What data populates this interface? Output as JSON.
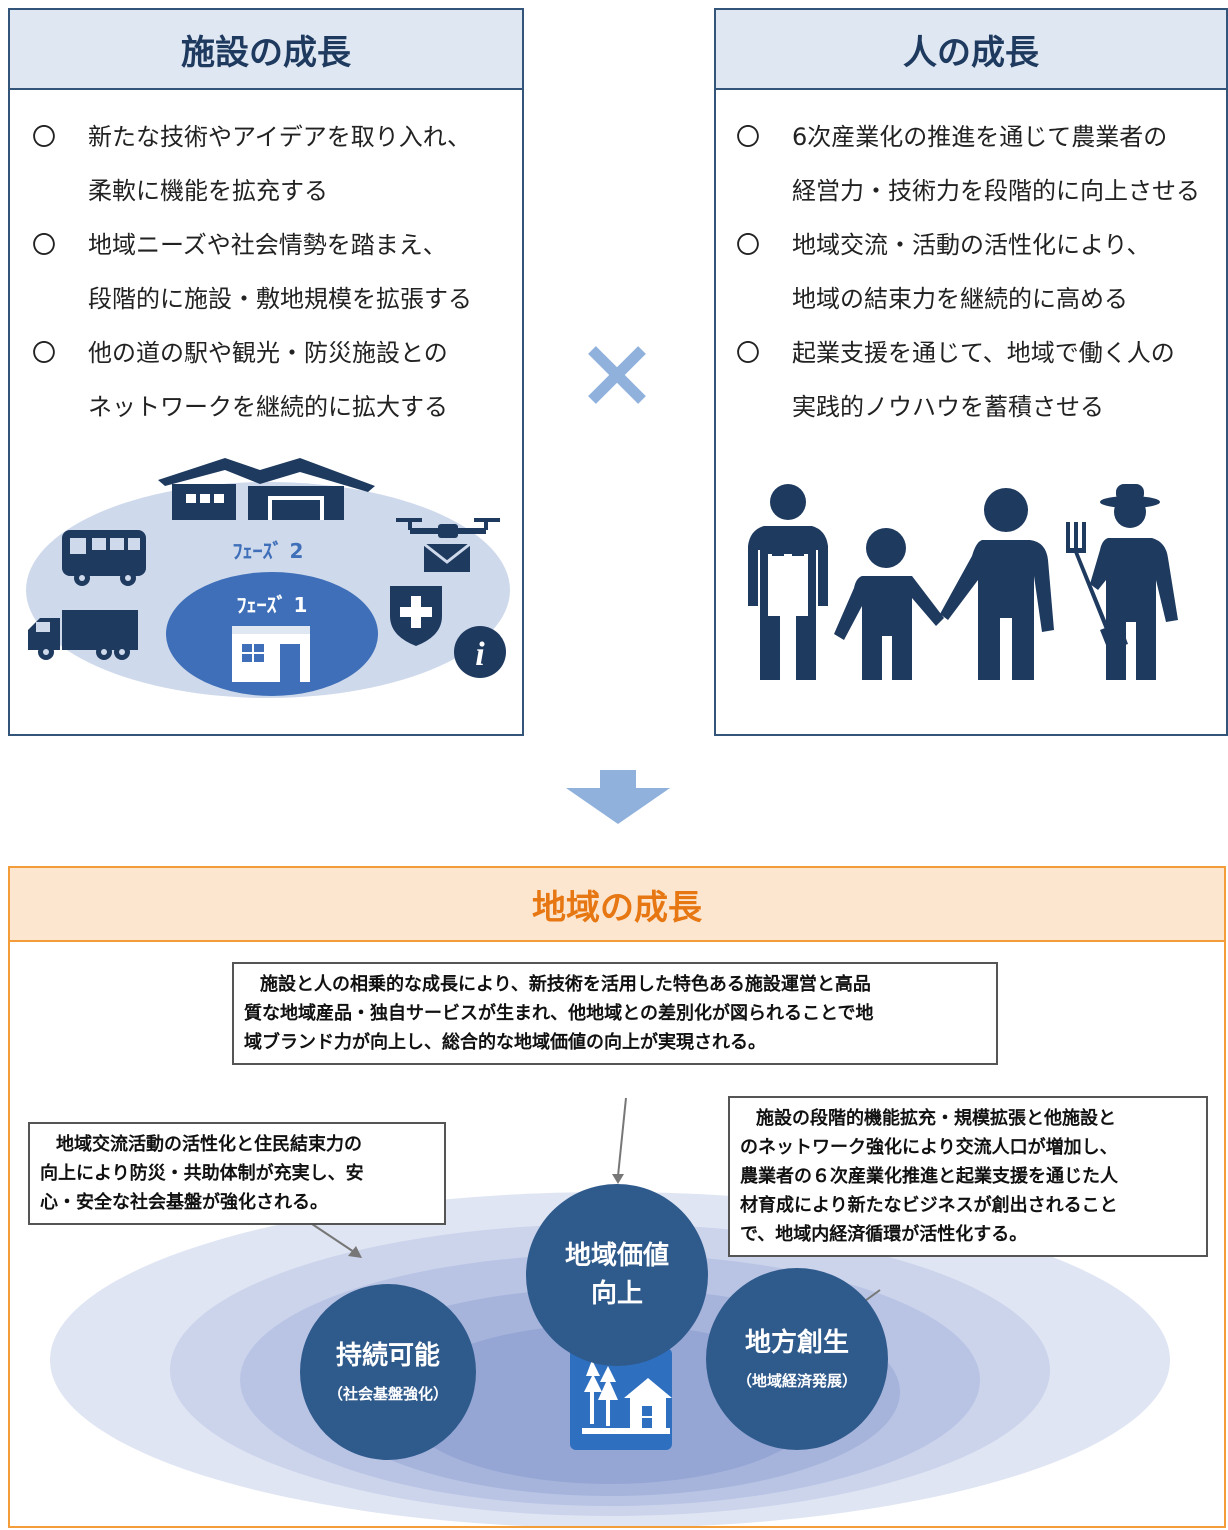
{
  "facility": {
    "title": "施設の成長",
    "bullet_mark": "〇",
    "bullets": [
      [
        "新たな技術やアイデアを取り入れ、",
        "柔軟に機能を拡充する"
      ],
      [
        "地域ニーズや社会情勢を踏まえ、",
        "段階的に施設・敷地規模を拡張する"
      ],
      [
        "他の道の駅や観光・防災施設との",
        "ネットワークを継続的に拡大する"
      ]
    ],
    "phase1": "ﾌｪｰｽﾞ 1",
    "phase2": "ﾌｪｰｽﾞ 2",
    "icons": [
      "warehouse-icon",
      "bus-icon",
      "truck-icon",
      "drone-icon",
      "shield-cross-icon",
      "info-icon",
      "shop-icon"
    ]
  },
  "people": {
    "title": "人の成長",
    "bullet_mark": "〇",
    "bullets": [
      [
        "6次産業化の推進を通じて農業者の",
        "経営力・技術力を段階的に向上させる"
      ],
      [
        "地域交流・活動の活性化により、",
        "地域の結束力を継続的に高める"
      ],
      [
        "起業支援を通じて、地域で働く人の",
        "実践的ノウハウを蓄積させる"
      ]
    ],
    "icons": [
      "apron-worker-icon",
      "child-icon",
      "adult-icon",
      "farmer-icon"
    ]
  },
  "colors": {
    "navy": "#2f5a8c",
    "frame": "#34557a",
    "header_bg": "#dfe7f2",
    "orange": "#f39c3a",
    "orange_text": "#e67712",
    "arrow": "#8fb1dc"
  },
  "region": {
    "title": "地域の成長",
    "callouts": {
      "top": [
        "施設と人の相乗的な成長により、新技術を活用した特色ある施設運営と高品",
        "質な地域産品・独自サービスが生まれ、他地域との差別化が図られることで地",
        "域ブランド力が向上し、総合的な地域価値の向上が実現される。"
      ],
      "left": [
        "地域交流活動の活性化と住民結束力の",
        "向上により防災・共助体制が充実し、安",
        "心・安全な社会基盤が強化される。"
      ],
      "right": [
        "施設の段階的機能拡充・規模拡張と他施設と",
        "のネットワーク強化により交流人口が増加し、",
        "農業者の６次産業化推進と起業支援を通じた人",
        "材育成により新たなビジネスが創出されること",
        "で、地域内経済循環が活性化する。"
      ]
    },
    "circles": {
      "value": [
        "地域価値",
        "向上"
      ],
      "sustain": {
        "main": "持続可能",
        "sub": "（社会基盤強化）"
      },
      "revital": {
        "main": "地方創生",
        "sub": "（地域経済発展）"
      }
    },
    "center_icon": "roadside-station-icon"
  }
}
